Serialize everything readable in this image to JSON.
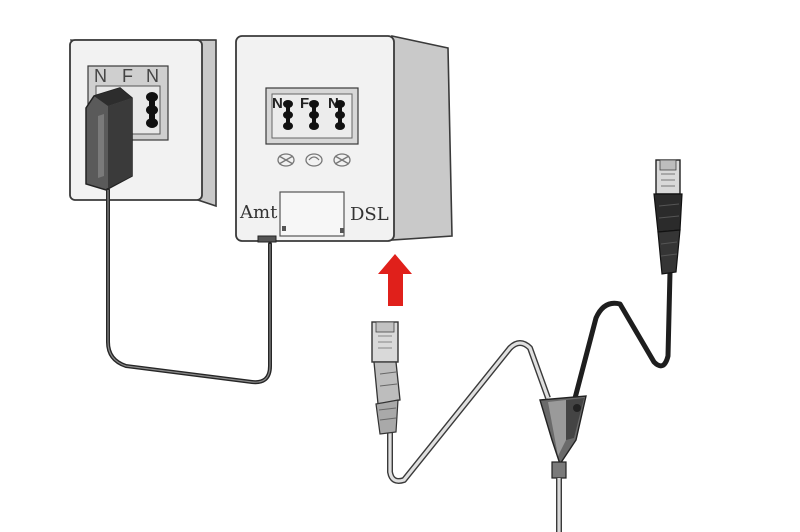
{
  "wall_socket": {
    "port_labels": [
      "N",
      "F",
      "N"
    ]
  },
  "splitter": {
    "port_labels": [
      "N",
      "F",
      "N"
    ],
    "left_label": "Amt",
    "right_label": "DSL"
  },
  "colors": {
    "box_face": "#f2f2f2",
    "box_side": "#c9c9c9",
    "box_top": "#e3e3e3",
    "outline": "#3a3a3a",
    "cable_dark": "#262626",
    "cable_light": "#d9d9d9",
    "arrow": "#e0201b",
    "connector_grey": "#bdbdbd",
    "connector_black": "#2b2b2b"
  },
  "icons": [
    "phone-icon",
    "fax-icon",
    "crossed-phone-icon",
    "up-arrow-icon"
  ]
}
